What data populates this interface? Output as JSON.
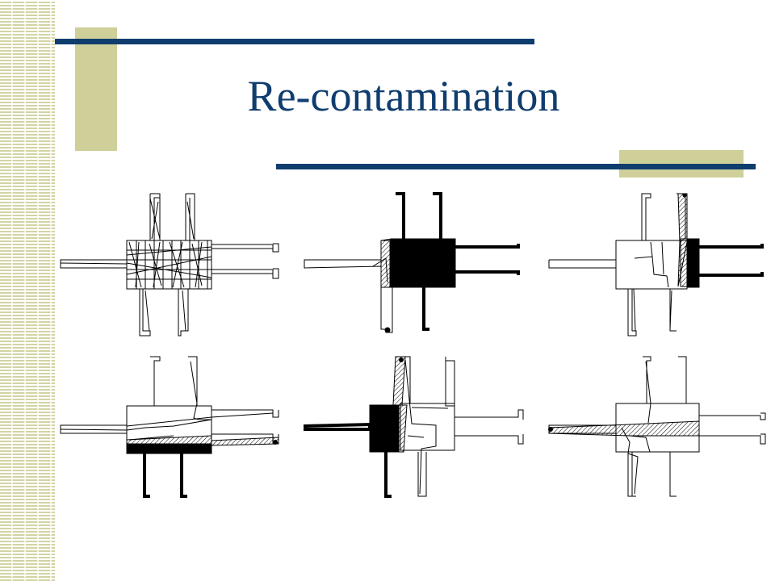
{
  "slide": {
    "title": "Re-contamination"
  },
  "colors": {
    "title": "#0f3d6e",
    "accent_bar": "#0f3d6e",
    "accent_block": "#cfcf9a",
    "stripe": "#d3d3a4"
  },
  "figure": {
    "panel_count": 6,
    "layout": "2 rows x 3 columns of cross-shaped cleaning-loop schematics"
  }
}
